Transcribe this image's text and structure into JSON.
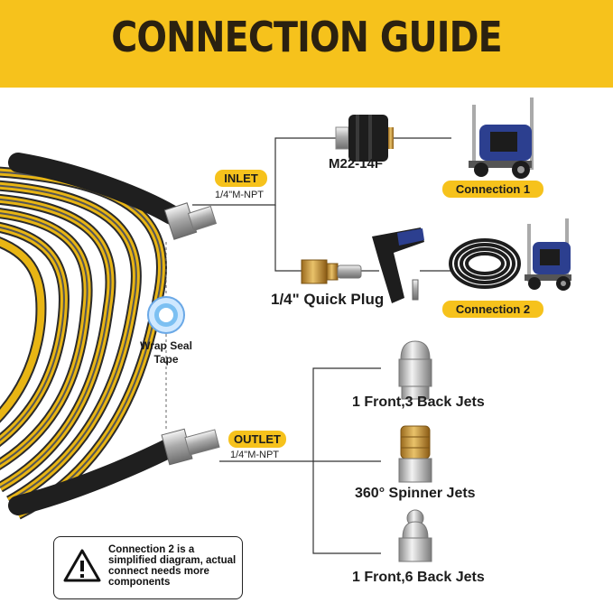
{
  "title": "CONNECTION GUIDE",
  "inlet": {
    "badge": "INLET",
    "thread": "1/4\"M-NPT"
  },
  "outlet": {
    "badge": "OUTLET",
    "thread": "1/4\"M-NPT"
  },
  "tape_label": "Wrap Seal\nTape",
  "coupler_label": "M22-14F",
  "quick_plug_label": "1/4\" Quick Plug",
  "connection1": "Connection 1",
  "connection2": "Connection 2",
  "nozzles": [
    {
      "label": "1 Front,3 Back Jets"
    },
    {
      "label": "360° Spinner Jets"
    },
    {
      "label": "1 Front,6 Back Jets"
    }
  ],
  "warning": "Connection 2 is a simplified diagram, actual connect needs more components",
  "colors": {
    "banner": "#f6c21c",
    "hose_yellow": "#e8b514",
    "hose_black": "#2a2a2a",
    "gun_blue": "#2c3f8f"
  },
  "icons": [
    "warning-icon",
    "pressure-washer-icon",
    "spray-gun-icon",
    "nozzle-icon",
    "tape-roll-icon"
  ]
}
